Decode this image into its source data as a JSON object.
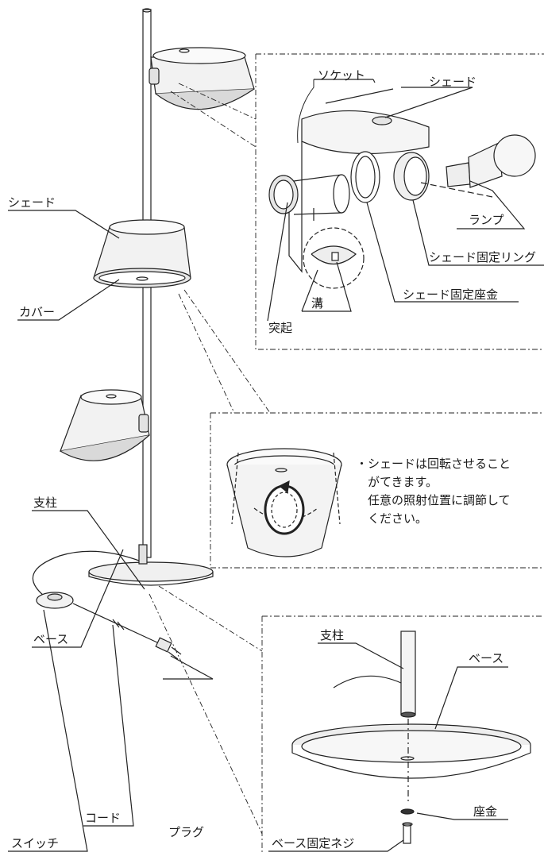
{
  "labels": {
    "socket": "ソケット",
    "shade_detail": "シェード",
    "shade_main": "シェード",
    "lamp": "ランプ",
    "shade_fixing_ring": "シェード固定リング",
    "shade_fixing_washer": "シェード固定座金",
    "groove": "溝",
    "protrusion": "突起",
    "cover": "カバー",
    "pole_main": "支柱",
    "base_main": "ベース",
    "pole_detail": "支柱",
    "base_detail": "ベース",
    "washer": "座金",
    "base_fixing_screw": "ベース固定ネジ",
    "cord": "コード",
    "plug": "プラグ",
    "switch": "スイッチ"
  },
  "note": {
    "lines": [
      "・シェードは回転させること",
      "　がてきます。",
      "　任意の照射位置に調節して",
      "　ください。"
    ]
  }
}
